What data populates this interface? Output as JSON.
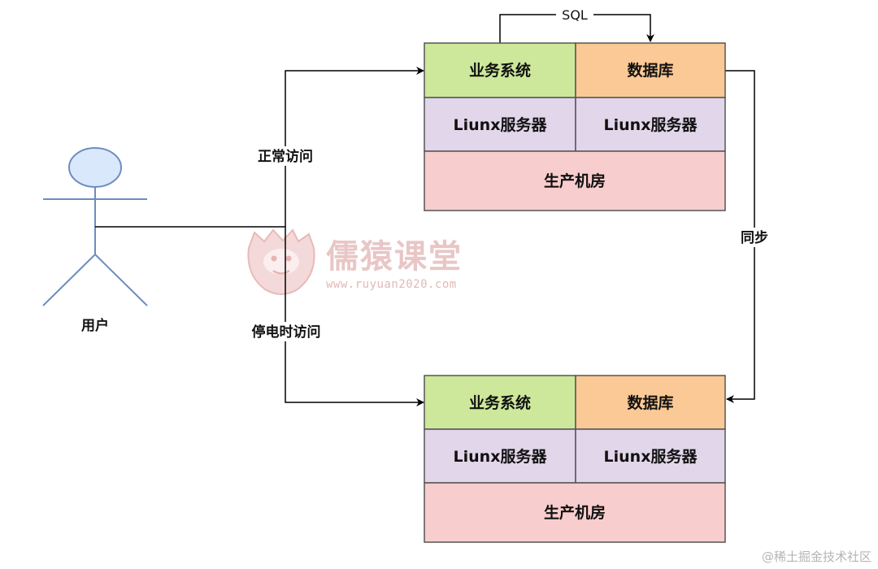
{
  "colors": {
    "business_fill": "#cde89a",
    "database_fill": "#fbc995",
    "server_fill": "#e2d6ea",
    "room_fill": "#f8cdcd",
    "line": "#000000",
    "user_stroke": "#6c8ebf",
    "user_head_fill": "#dae8fc",
    "watermark": "#e9c6c6"
  },
  "user": {
    "label": "用户",
    "icon": "stick-figure-user-icon"
  },
  "edges": {
    "normal_access": "正常访问",
    "outage_access": "停电时访问",
    "sync": "同步",
    "sql": "SQL"
  },
  "primary_datacenter": {
    "business_system": "业务系统",
    "database": "数据库",
    "server_left": "Liunx服务器",
    "server_right": "Liunx服务器",
    "machine_room": "生产机房"
  },
  "backup_datacenter": {
    "business_system": "业务系统",
    "database": "数据库",
    "server_left": "Liunx服务器",
    "server_right": "Liunx服务器",
    "machine_room": "生产机房"
  },
  "watermark": {
    "brand": "儒猿课堂",
    "url": "www.ruyuan2020.com",
    "icon": "ape-logo-icon"
  },
  "footer": {
    "credit": "@稀土掘金技术社区"
  }
}
